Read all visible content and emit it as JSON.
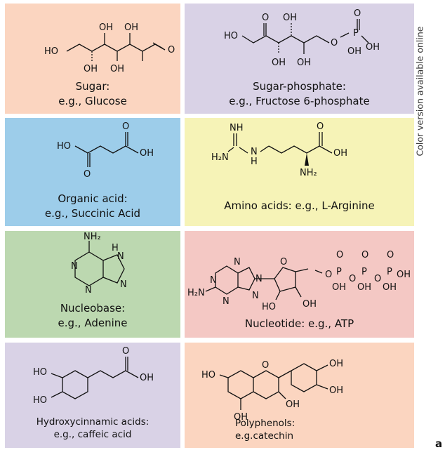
{
  "colors": {
    "peach": "#fbd5c0",
    "lavender": "#d9d2e6",
    "blue": "#9dcdea",
    "yellow": "#f6f3b7",
    "green": "#bcd8b0",
    "pink": "#f4c8c4"
  },
  "panels": {
    "sugar": {
      "line1": "Sugar:",
      "line2": "e.g., Glucose"
    },
    "sugar_phosphate": {
      "line1": "Sugar-phosphate:",
      "line2": "e.g., Fructose 6-phosphate"
    },
    "organic_acid": {
      "line1": "Organic acid:",
      "line2": "e.g., Succinic Acid"
    },
    "amino_acid": {
      "line1": "Amino acids: e.g., L-Arginine"
    },
    "nucleobase": {
      "line1": "Nucleobase:",
      "line2": "e.g., Adenine"
    },
    "nucleotide": {
      "line1": "Nucleotide: e.g., ATP"
    },
    "hydroxycinnamic": {
      "line1": "Hydroxycinnamic acids:",
      "line2": "e.g., caffeic acid"
    },
    "polyphenol": {
      "line1": "Polyphenols:",
      "line2": "e.g.catechin"
    }
  },
  "side_note": "Color version available online",
  "panel_letter": "a"
}
